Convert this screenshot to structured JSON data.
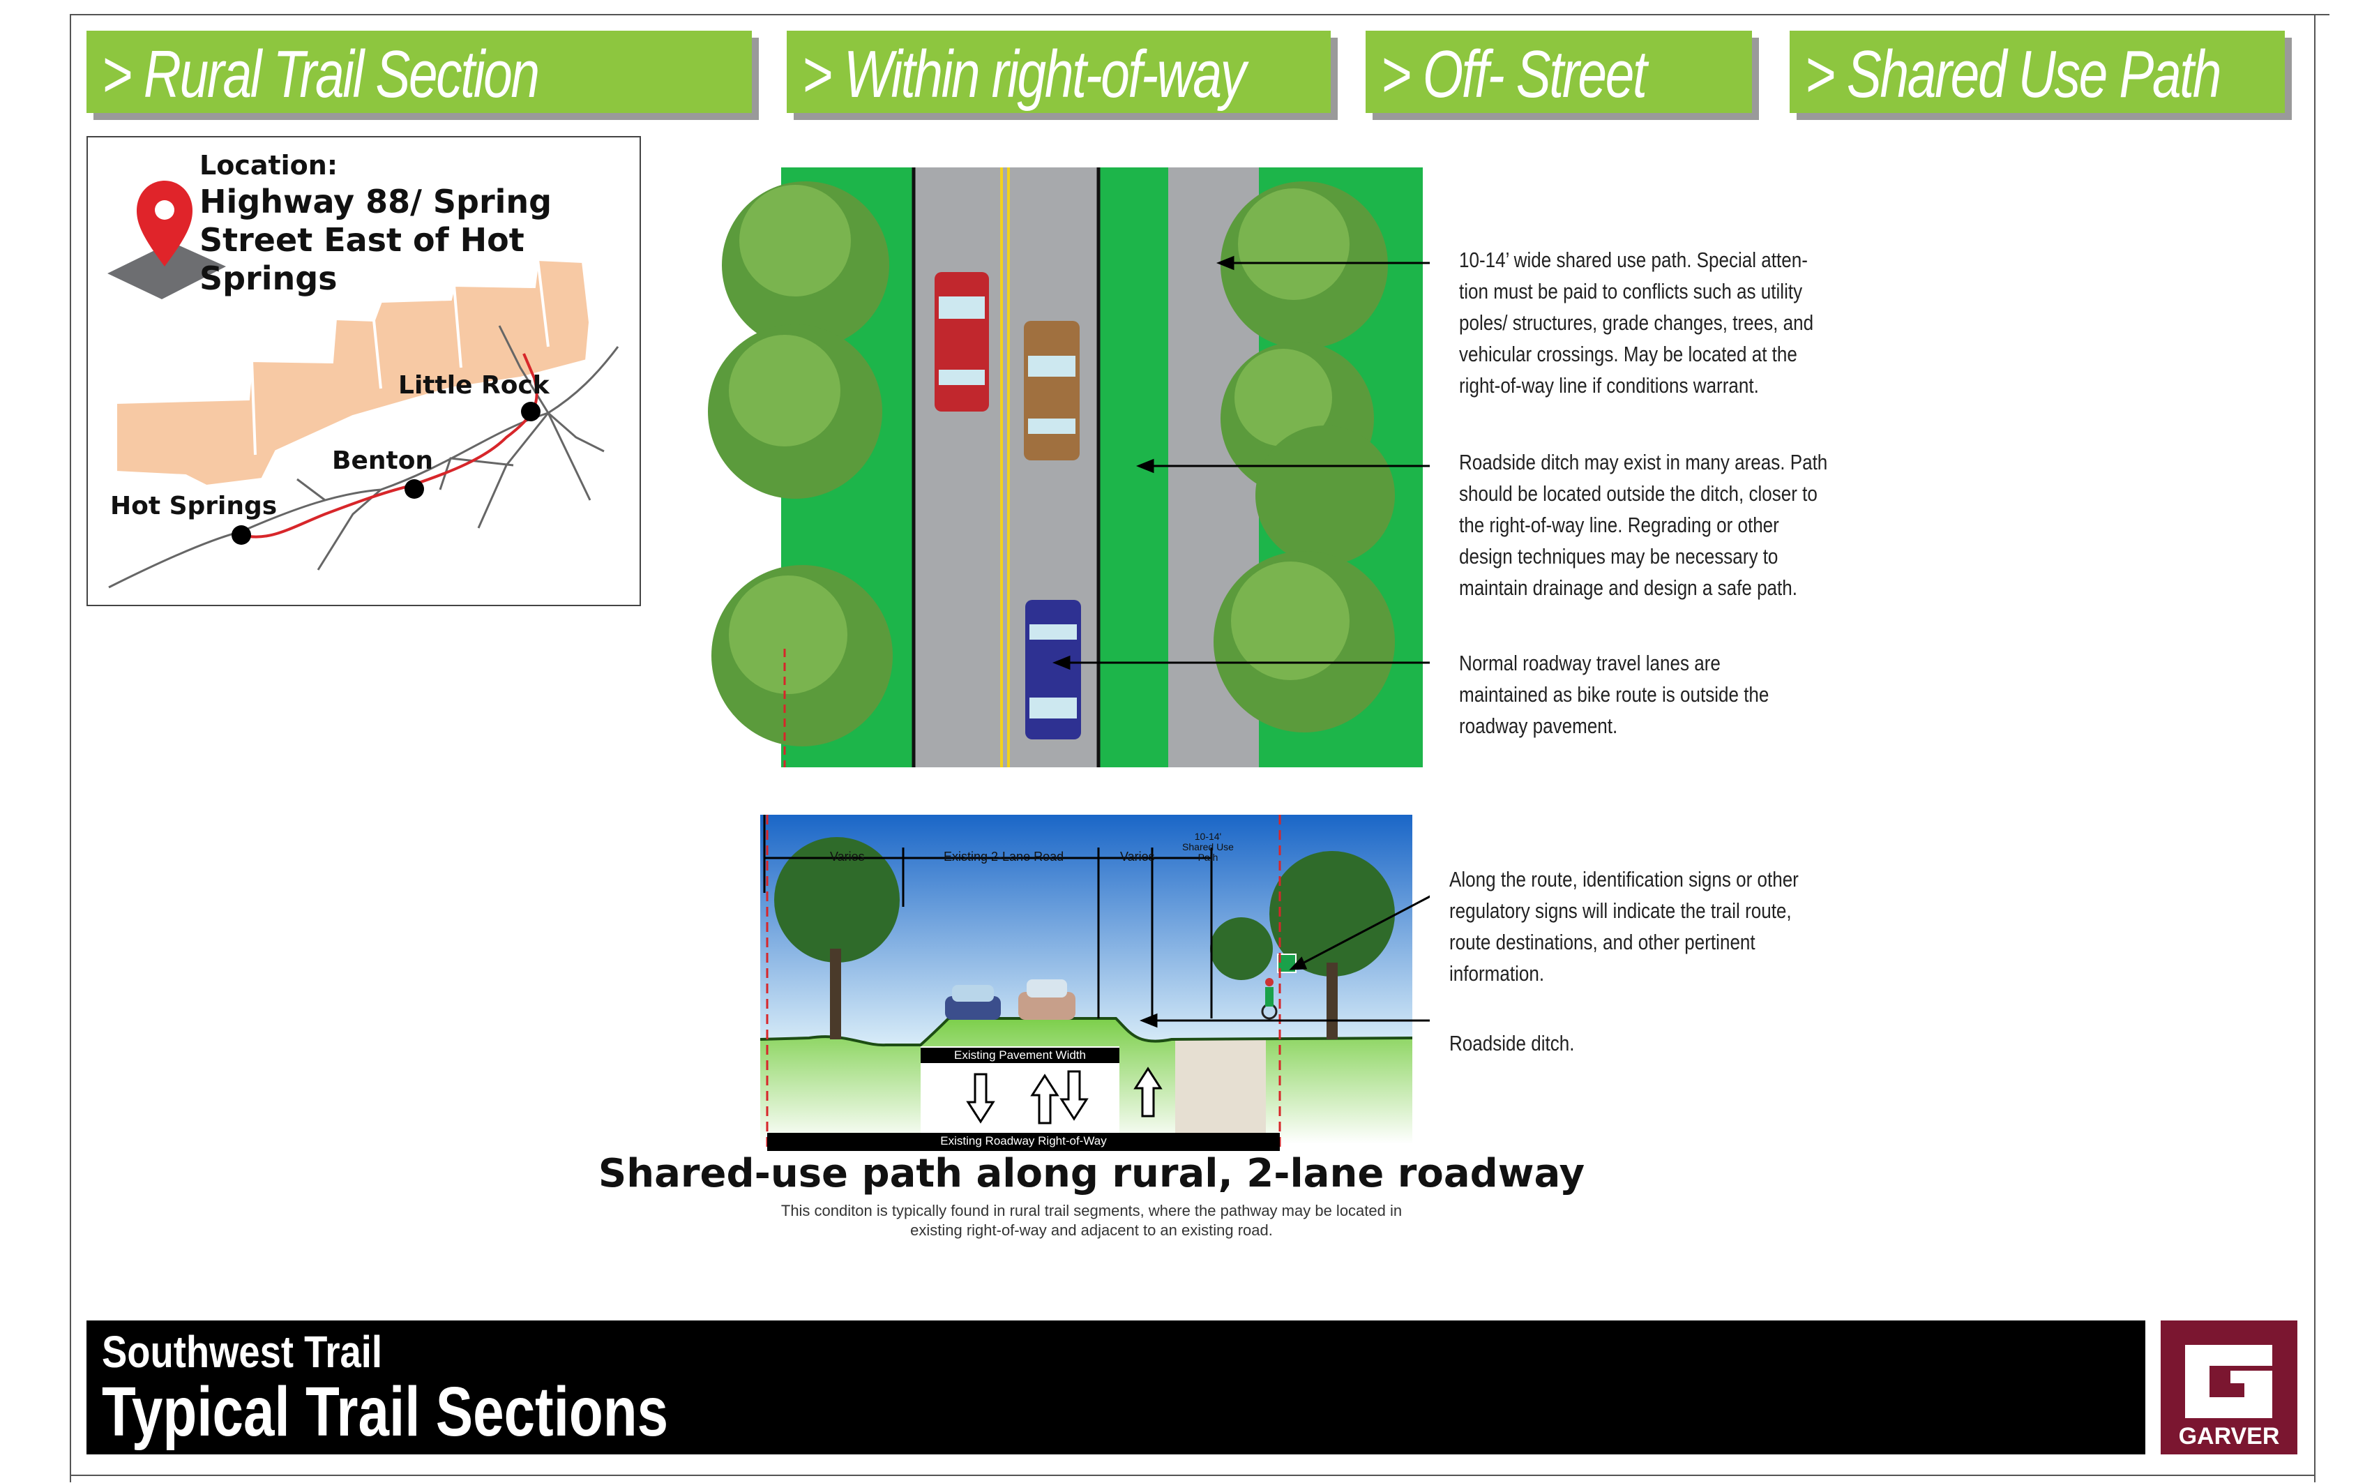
{
  "tabs": [
    {
      "label": "> Rural Trail Section"
    },
    {
      "label": "> Within right-of-way"
    },
    {
      "label": "> Off- Street"
    },
    {
      "label": "> Shared Use Path"
    }
  ],
  "location": {
    "heading": "Location:",
    "line1": "Highway 88/ Spring",
    "line2": "Street East of Hot",
    "line3": "Springs",
    "cities": [
      "Little Rock",
      "Benton",
      "Hot Springs"
    ]
  },
  "plan_notes": {
    "note1": [
      "10-14’ wide shared use path.  Special atten-",
      "tion must be paid to conflicts such as utility",
      "poles/ structures, grade changes, trees, and",
      "vehicular crossings.  May be located at the",
      "right-of-way line if conditions warrant."
    ],
    "note2": [
      "Roadside ditch may exist in many areas.  Path",
      "should be located outside the ditch, closer to",
      "the right-of-way line.  Regrading or other",
      "design techniques may be necessary to",
      "maintain drainage and design a safe path."
    ],
    "note3": [
      "Normal roadway travel lanes are",
      "maintained as bike route is outside the",
      "roadway pavement."
    ]
  },
  "section_labels": {
    "varies_left": "Varies",
    "road": "Existing 2-Lane Road",
    "varies_right": "Varies",
    "path": [
      "10-14'",
      "Shared Use",
      "Path"
    ],
    "pavement": "Existing Pavement Width",
    "row": "Existing Roadway Right-of-Way"
  },
  "section_notes": {
    "note4": [
      "Along the route, identification signs or other",
      "regulatory signs will indicate the trail route,",
      "route destinations, and other pertinent",
      "information."
    ],
    "note5": [
      "Roadside ditch."
    ]
  },
  "caption": {
    "title": "Shared-use path along rural, 2-lane roadway",
    "sub1": "This conditon is typically found in rural trail segments, where the pathway may be located in",
    "sub2": "existing right-of-way and adjacent to an existing road."
  },
  "footer": {
    "line1": "Southwest Trail",
    "line2": "Typical Trail Sections",
    "logo_text": "GARVER"
  },
  "colors": {
    "tab_green": "#8dc63f",
    "grass": "#1db54a",
    "asphalt": "#a7a9ac",
    "center_line": "#f2d21b",
    "footer_bg": "#000000",
    "logo_maroon": "#7b1630",
    "map_land": "#f7c9a4",
    "route_red": "#d7262a"
  }
}
